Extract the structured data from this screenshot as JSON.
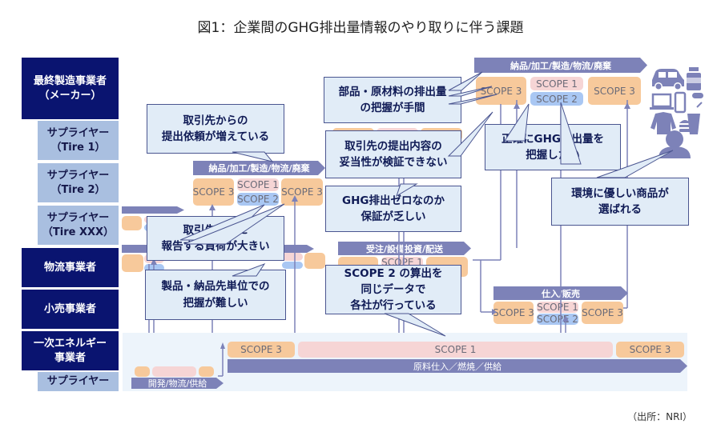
{
  "title": "図1：企業間のGHG排出量情報のやり取りに伴う課題",
  "source": "（出所：NRI）",
  "rows": [
    {
      "label": "最終製造事業者\n（メーカー）",
      "style": "dark"
    },
    {
      "label": "サプライヤー\n（Tire 1）",
      "style": "light"
    },
    {
      "label": "サプライヤー\n（Tire 2）",
      "style": "light"
    },
    {
      "label": "サプライヤー\n（Tire XXX）",
      "style": "light"
    },
    {
      "label": "物流事業者",
      "style": "dark"
    },
    {
      "label": "小売事業者",
      "style": "dark"
    },
    {
      "label": "一次エネルギー\n事業者",
      "style": "dark"
    },
    {
      "label": "サプライヤー",
      "style": "light"
    }
  ],
  "process_bars": {
    "maker": "納品/加工/製造/物流/廃棄",
    "tier2": "納品/加工/製造/物流/廃棄",
    "logistics": "受注/設備投資/配送",
    "retail": "仕入/販売",
    "energy": "原料仕入／燃焼／供給",
    "energy_supplier": "開発/物流/供給"
  },
  "scopes": {
    "scope1": "SCOPE 1",
    "scope2": "SCOPE 2",
    "scope3": "SCOPE 3"
  },
  "callouts": [
    {
      "id": "requests-increasing",
      "text": "取引先からの\n提出依頼が増えている"
    },
    {
      "id": "reporting-burden",
      "text": "取引先ごとに\n報告する負荷が大きい"
    },
    {
      "id": "product-unit-difficult",
      "text": "製品・納品先単位での\n把握が難しい"
    },
    {
      "id": "parts-materials-effort",
      "text": "部品・原材料の排出量\nの把握が手間"
    },
    {
      "id": "cannot-verify",
      "text": "取引先の提出内容の\n妥当性が検証できない"
    },
    {
      "id": "zero-not-guaranteed",
      "text": "GHG排出ゼロなのか\n保証が乏しい"
    },
    {
      "id": "scope2-same-data",
      "text": "SCOPE 2 の算出を\n同じデータで\n各社が行っている"
    },
    {
      "id": "accurate-ghg",
      "text": "正確にGHG排出量を\n把握したい"
    },
    {
      "id": "eco-products-chosen",
      "text": "環境に優しい商品が\n選ばれる"
    }
  ],
  "icons": [
    "car-icon",
    "medicine-bottle-icon",
    "laptop-icon",
    "smartphone-icon",
    "pill-icon",
    "shirt-icon",
    "burger-drink-icon",
    "consumer-person-icon"
  ],
  "colors": {
    "dark_label": "#0a1470",
    "light_label": "#a9bfe0",
    "process_bar": "#7d82b8",
    "scope1": "#f6d5d5",
    "scope2": "#a9c7f3",
    "scope3": "#f7c99b",
    "callout_bg": "#e1ecf7",
    "energy_band": "#edf4fb"
  }
}
